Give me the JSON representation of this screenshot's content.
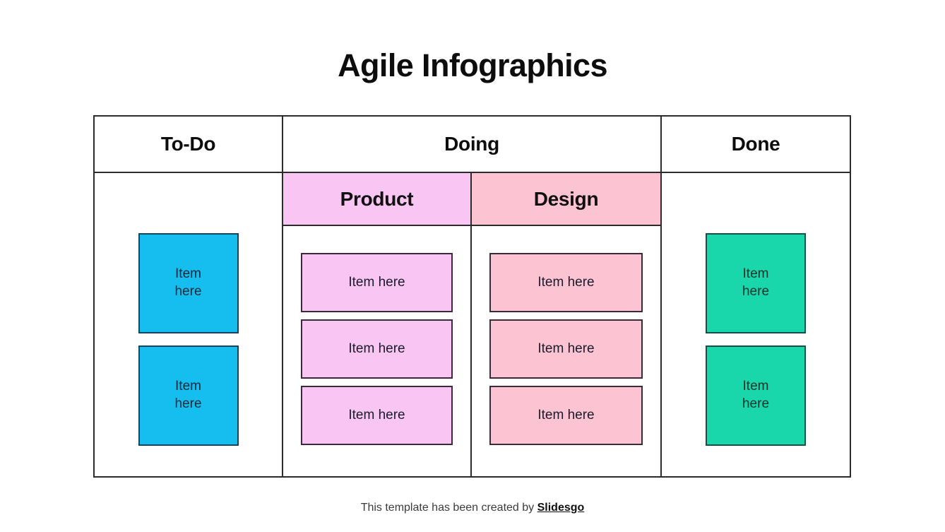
{
  "slide": {
    "title": "Agile Infographics"
  },
  "board": {
    "columns": [
      {
        "id": "todo",
        "label": "To-Do"
      },
      {
        "id": "doing",
        "label": "Doing"
      },
      {
        "id": "done",
        "label": "Done"
      }
    ],
    "subcolumns": [
      {
        "id": "product",
        "label": "Product",
        "color": "#F9C6F4"
      },
      {
        "id": "design",
        "label": "Design",
        "color": "#FCC4D3"
      }
    ],
    "todo_cards": [
      {
        "line1": "Item",
        "line2": "here"
      },
      {
        "line1": "Item",
        "line2": "here"
      }
    ],
    "product_cards": [
      {
        "text": "Item here"
      },
      {
        "text": "Item here"
      },
      {
        "text": "Item here"
      }
    ],
    "design_cards": [
      {
        "text": "Item here"
      },
      {
        "text": "Item here"
      },
      {
        "text": "Item here"
      }
    ],
    "done_cards": [
      {
        "line1": "Item",
        "line2": "here"
      },
      {
        "line1": "Item",
        "line2": "here"
      }
    ],
    "colors": {
      "todo_card": "#16BEF0",
      "product_card": "#F9C6F4",
      "design_card": "#FCC4D3",
      "done_card": "#19D7AA",
      "border": "#2b2b2b"
    }
  },
  "footer": {
    "text": "This template has been created by ",
    "brand": "Slidesgo"
  }
}
